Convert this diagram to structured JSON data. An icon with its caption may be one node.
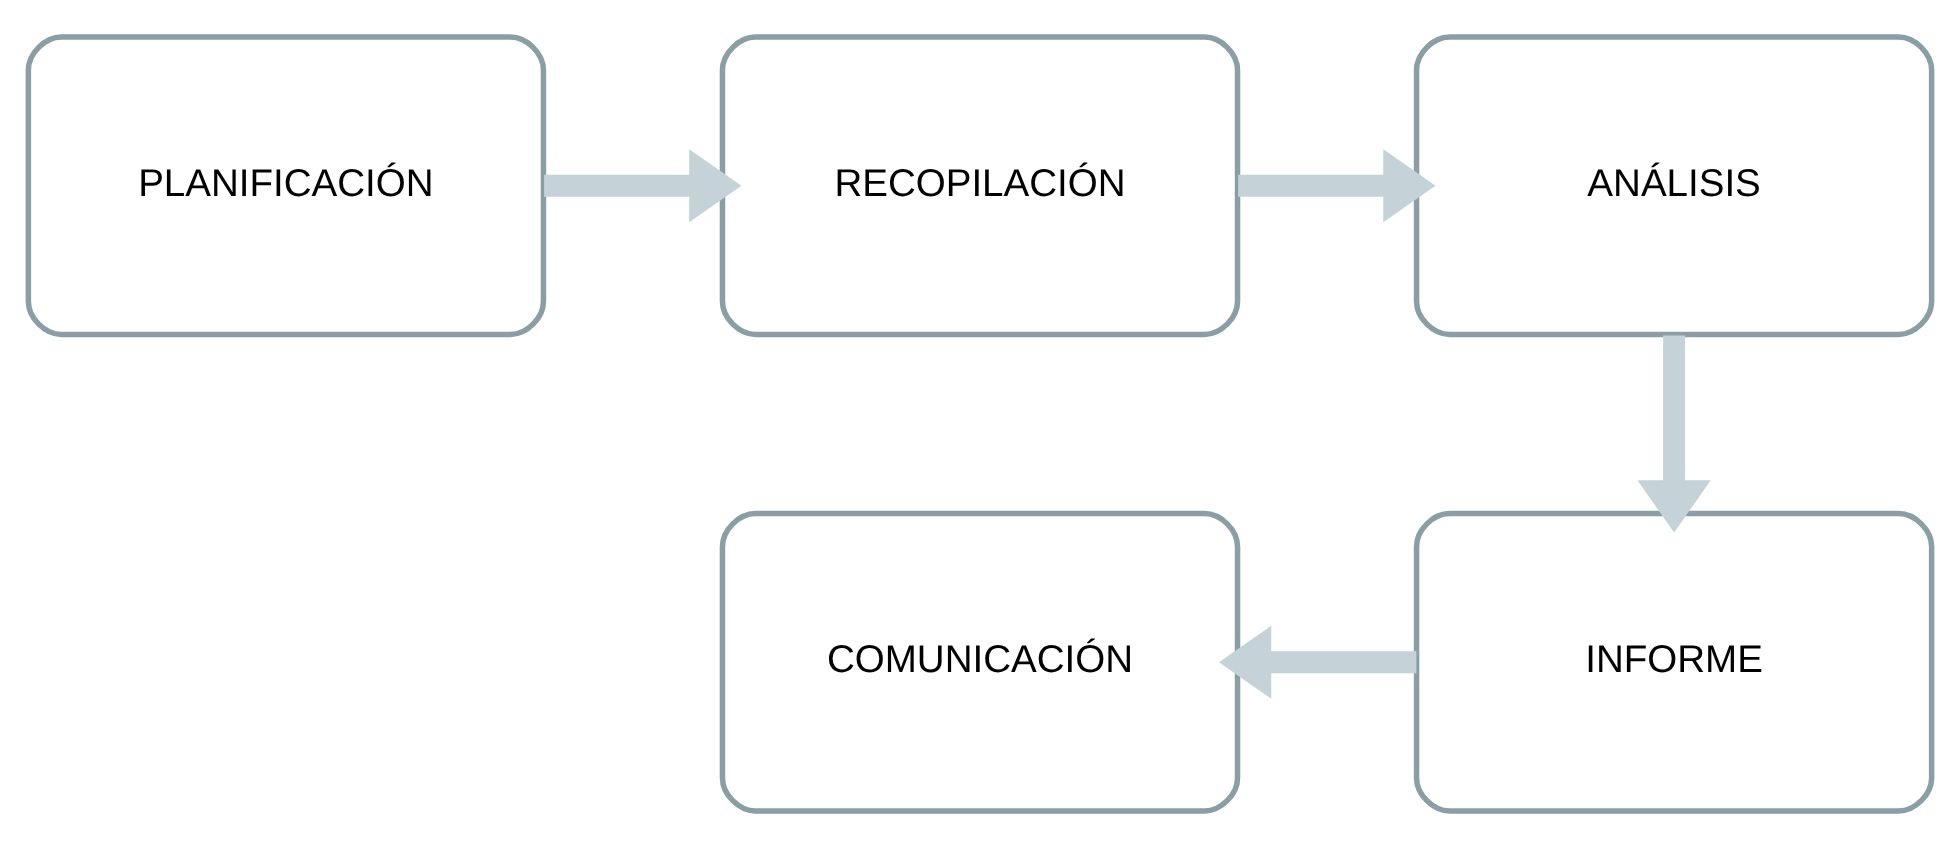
{
  "diagram": {
    "nodes": [
      {
        "text": [
          "PLANIFICACIÓN"
        ]
      },
      {
        "text": [
          "RECOPILACIÓN"
        ]
      },
      {
        "text": [
          "ANÁLISIS"
        ]
      },
      {
        "text": [
          "INFORME"
        ]
      },
      {
        "text": [
          "COMUNICACIÓN"
        ]
      }
    ],
    "edges": [
      {
        "from": 0,
        "to": 1,
        "arrow": "to"
      },
      {
        "from": 1,
        "to": 2,
        "arrow": "to"
      },
      {
        "from": 2,
        "to": 3,
        "arrow": "to"
      },
      {
        "from": 3,
        "to": 4,
        "arrow": "to"
      }
    ]
  }
}
